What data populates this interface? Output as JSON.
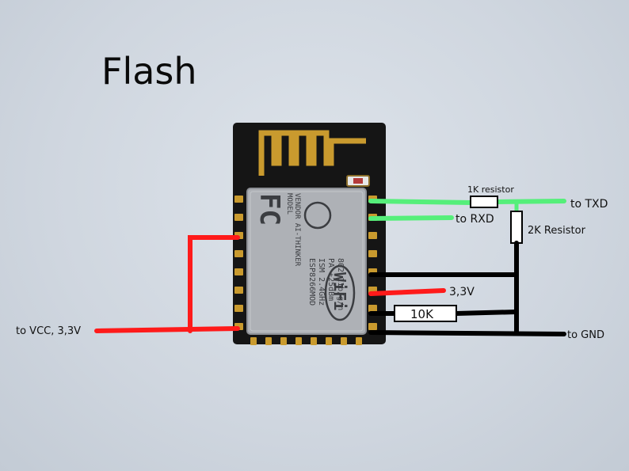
{
  "title": "Flash",
  "labels": {
    "vcc": "to VCC, 3,3V",
    "r1k": "1K resistor",
    "txd": "to TXD",
    "rxd": "to RXD",
    "r2k": "2K Resistor",
    "v33": "3,3V",
    "r10k": "10K",
    "gnd": "to GND"
  },
  "module": {
    "vendor_lines": [
      "MODEL",
      "VENDOR AI-THINKER"
    ],
    "spec_lines": [
      "ESP8266MOD",
      "ISM 2.4GHz",
      "PA +25dBm",
      "802.11b/g/n"
    ],
    "fc_mark": "FC",
    "wifi_mark": "WiFi"
  },
  "colors": {
    "background": "#cfd6df",
    "wire_vcc": "#ff1a1a",
    "wire_signal": "#55ef7a",
    "wire_ground": "#000000",
    "pcb": "#151515",
    "shield": "#aeb1b6",
    "pad": "#c99a2e"
  }
}
